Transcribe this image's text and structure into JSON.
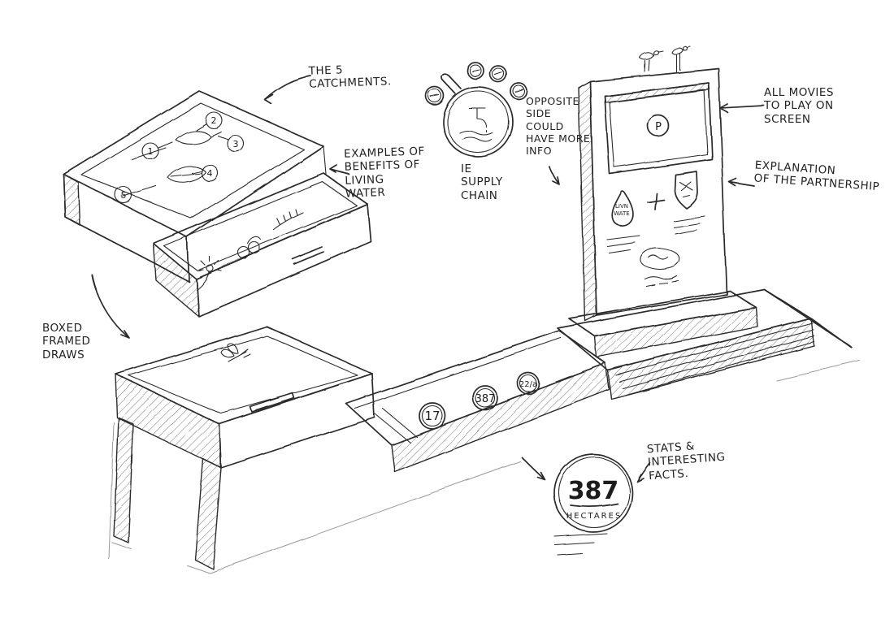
{
  "annotations": {
    "catchments": "THE 5\nCATCHMENTS.",
    "examples": "EXAMPLES OF\nBENEFITS OF\nLIVING\nWATER",
    "opposite": "OPPOSITE\nSIDE\nCOULD\nHAVE MORE\nINFO",
    "supply_chain": "IE\nSUPPLY\nCHAIN",
    "movies": "ALL MOVIES\nTO PLAY ON\nSCREEN",
    "explanation": "EXPLANATION\nOF THE PARTNERSHIP",
    "boxed": "BOXED\nFRAMED\nDRAWS",
    "stats": "STATS &\nINTERESTING\nFACTS."
  },
  "catchment_numbers": [
    "1",
    "2",
    "3",
    "4",
    "5"
  ],
  "bench_stats": [
    "17",
    "387",
    "22/a"
  ],
  "detail_stat": {
    "value": "387",
    "unit": "HECTARES"
  },
  "kiosk": {
    "play": "P",
    "droplet_line1": "LIVN",
    "droplet_line2": "WATE"
  },
  "colors": {
    "ink": "#2b2b2b",
    "paper": "#ffffff"
  }
}
